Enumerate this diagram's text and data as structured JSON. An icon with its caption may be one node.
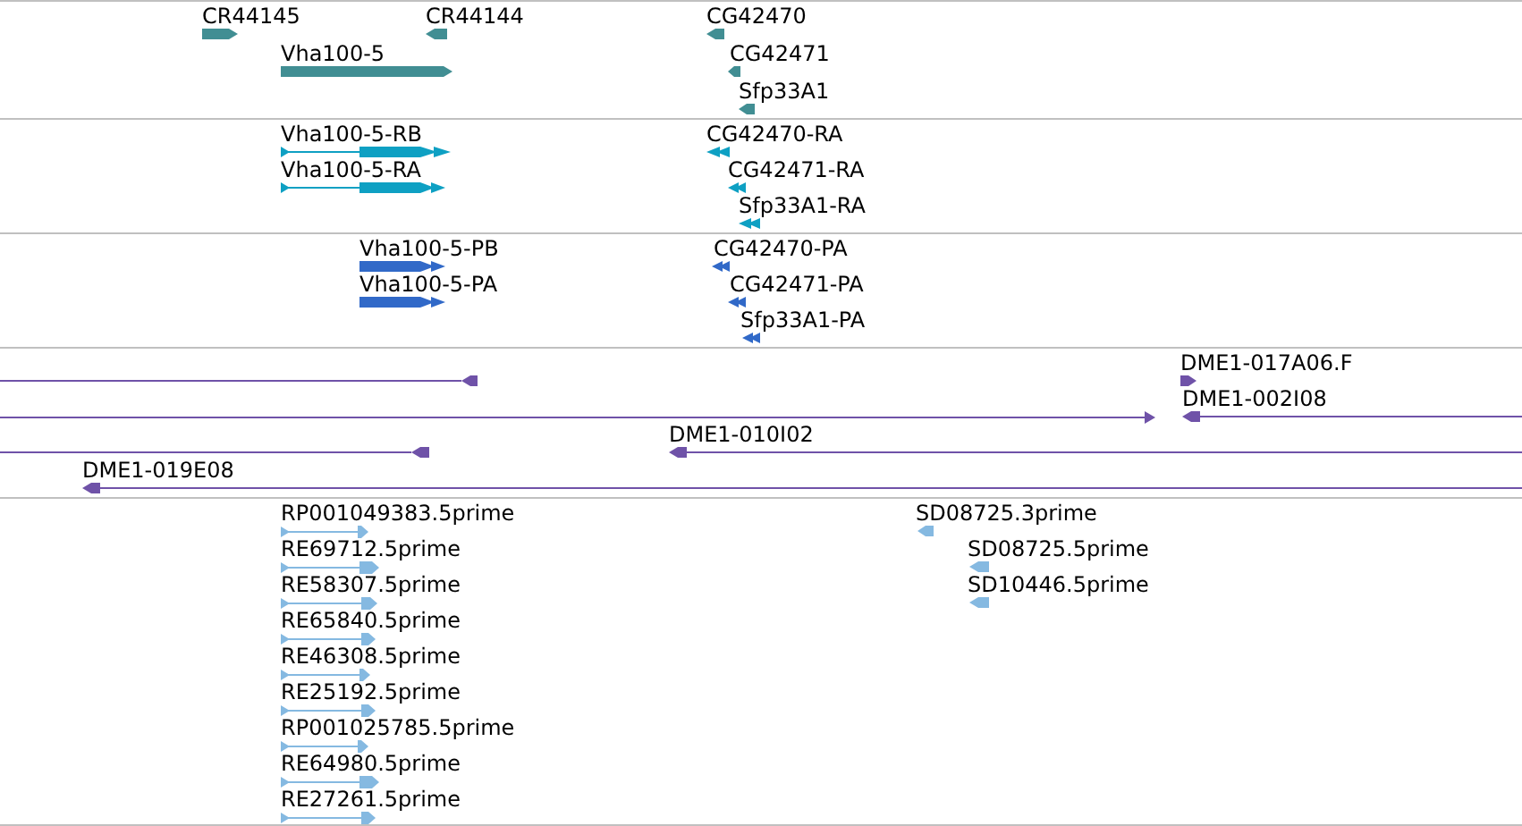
{
  "diagram": {
    "labels": [
      "CR44145",
      "CR44144",
      "CG42470",
      "Vha100-5",
      "CG42471",
      "Sfp33A1",
      "Vha100-5-RB",
      "CG42470-RA",
      "Vha100-5-RA",
      "CG42471-RA",
      "Sfp33A1-RA",
      "Vha100-5-PB",
      "CG42470-PA",
      "Vha100-5-PA",
      "CG42471-PA",
      "Sfp33A1-PA",
      "DME1-017A06.F",
      "DME1-002I08",
      "DME1-010I02",
      "DME1-019E08",
      "RP001049383.5prime",
      "SD08725.3prime",
      "RE69712.5prime",
      "SD08725.5prime",
      "RE58307.5prime",
      "SD10446.5prime",
      "RE65840.5prime",
      "RE46308.5prime",
      "RE25192.5prime",
      "RP001025785.5prime",
      "RE64980.5prime",
      "RE27261.5prime"
    ]
  }
}
